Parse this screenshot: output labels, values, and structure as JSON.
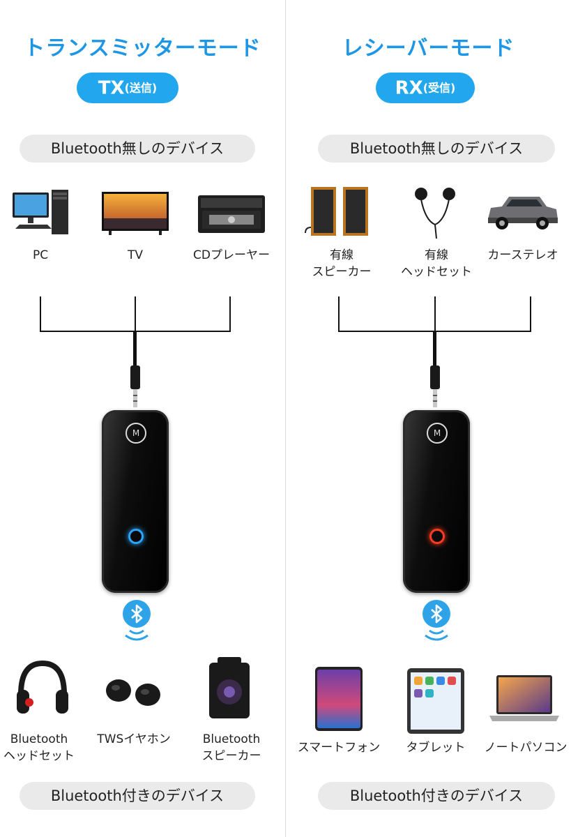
{
  "tx": {
    "title": "トランスミッターモード",
    "badge_main": "TX",
    "badge_sub": "(送信)",
    "source_label": "Bluetooth無しのデバイス",
    "sources": [
      {
        "label_1": "PC",
        "label_2": "",
        "icon": "pc-icon"
      },
      {
        "label_1": "TV",
        "label_2": "",
        "icon": "tv-icon"
      },
      {
        "label_1": "CDプレーヤー",
        "label_2": "",
        "icon": "cd-player-icon"
      }
    ],
    "targets": [
      {
        "label_1": "Bluetooth",
        "label_2": "ヘッドセット",
        "icon": "headphones-icon"
      },
      {
        "label_1": "TWSイヤホン",
        "label_2": "",
        "icon": "earbuds-icon"
      },
      {
        "label_1": "Bluetooth",
        "label_2": "スピーカー",
        "icon": "speaker-icon"
      }
    ],
    "target_label": "Bluetooth付きのデバイス",
    "led_color": "#2aa6ff"
  },
  "rx": {
    "title": "レシーバーモード",
    "badge_main": "RX",
    "badge_sub": "(受信)",
    "source_label": "Bluetooth無しのデバイス",
    "sources": [
      {
        "label_1": "有線",
        "label_2": "スピーカー",
        "icon": "wired-speaker-icon"
      },
      {
        "label_1": "有線",
        "label_2": "ヘッドセット",
        "icon": "wired-earphones-icon"
      },
      {
        "label_1": "カーステレオ",
        "label_2": "",
        "icon": "car-icon"
      }
    ],
    "targets": [
      {
        "label_1": "スマートフォン",
        "label_2": "",
        "icon": "smartphone-icon"
      },
      {
        "label_1": "タブレット",
        "label_2": "",
        "icon": "tablet-icon"
      },
      {
        "label_1": "ノートパソコン",
        "label_2": "",
        "icon": "laptop-icon"
      }
    ],
    "target_label": "Bluetooth付きのデバイス",
    "led_color": "#ff3b1f"
  },
  "colors": {
    "accent": "#1e96e6",
    "badge": "#22a7ee",
    "pill": "#eaeaea",
    "bluetooth": "#2fa3e8"
  }
}
